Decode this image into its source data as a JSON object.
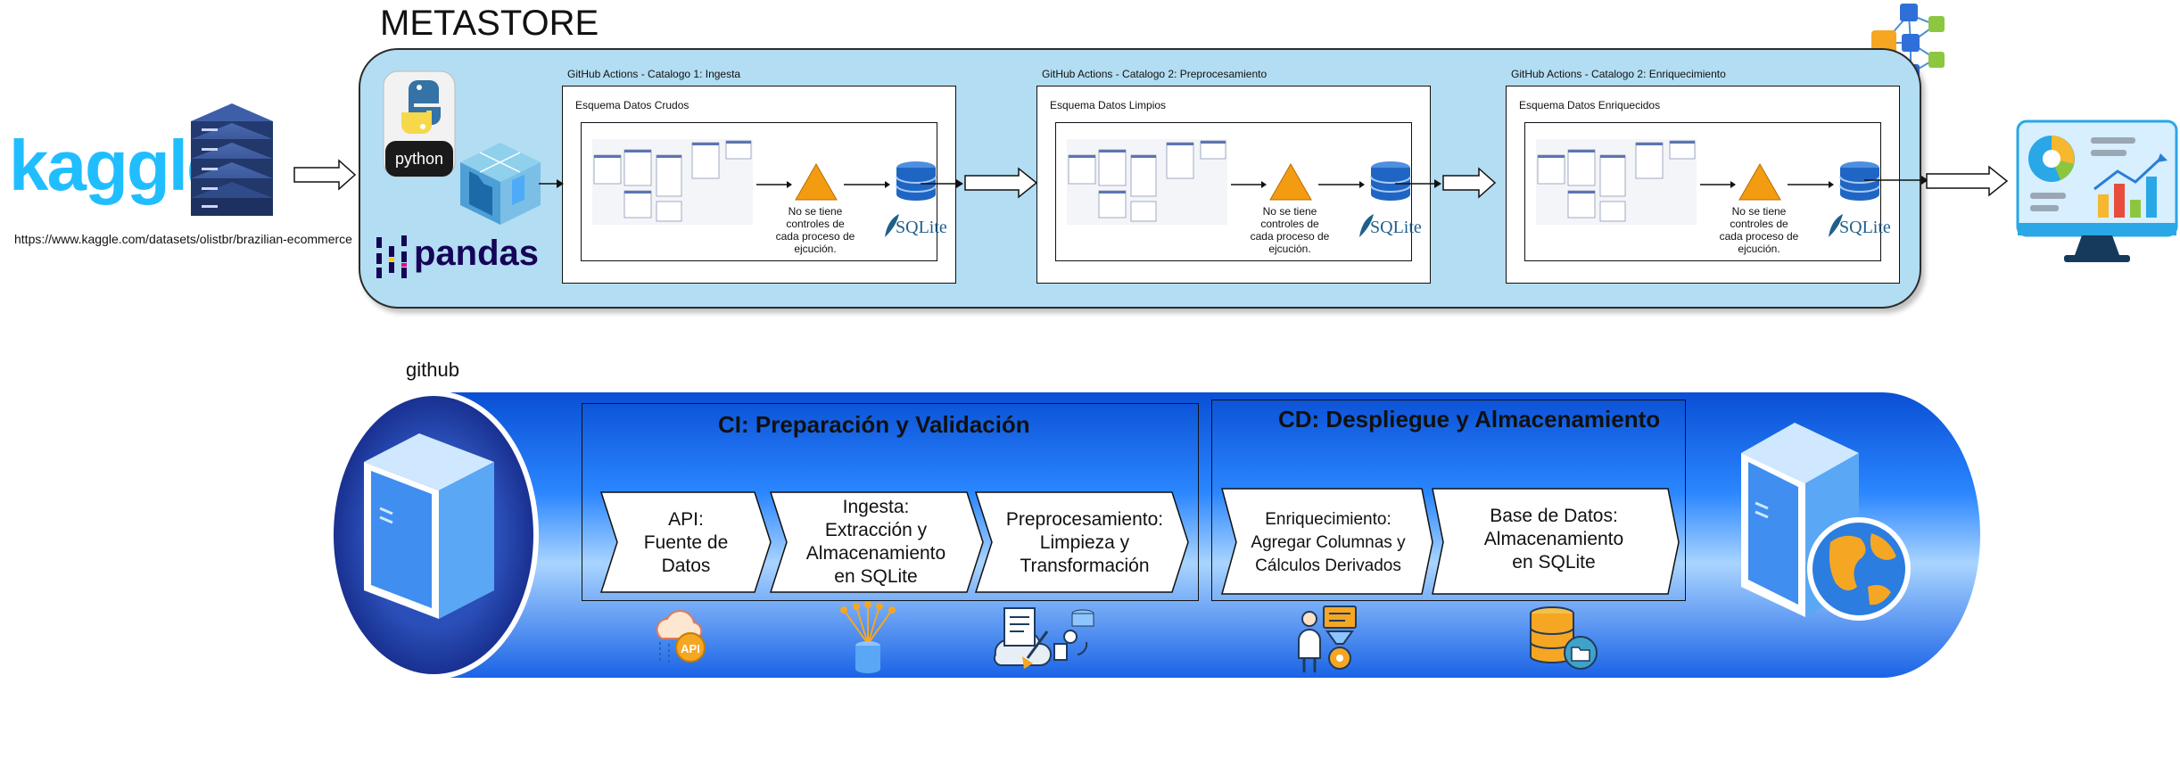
{
  "metastore": {
    "title": "METASTORE",
    "source_url": "https://www.kaggle.com/datasets/olistbr/brazilian-ecommerce",
    "kaggle_logo_text": "kaggle",
    "python_logo_text": "python",
    "pandas_logo_text": "pandas",
    "catalogs": [
      {
        "header": "GitHub Actions - Catalogo 1:  Ingesta",
        "schema": "Esquema Datos Crudos",
        "warning_lines": [
          "No se tiene",
          "controles de",
          "cada proceso de",
          "ejcución."
        ],
        "db_label": "SQLite"
      },
      {
        "header": "GitHub Actions - Catalogo 2:  Preprocesamiento",
        "schema": "Esquema Datos Limpios",
        "warning_lines": [
          "No se tiene",
          "controles de",
          "cada proceso de",
          "ejcución."
        ],
        "db_label": "SQLite"
      },
      {
        "header": "GitHub Actions - Catalogo 2:  Enriquecimiento",
        "schema": "Esquema Datos Enriquecidos",
        "warning_lines": [
          "No se tiene",
          "controles de",
          "cada proceso de",
          "ejcución."
        ],
        "db_label": "SQLite"
      }
    ]
  },
  "pipeline": {
    "label": "github",
    "ci": {
      "title": "CI: Preparación y Validación",
      "steps": [
        {
          "lines": [
            "API:",
            "Fuente de",
            "Datos"
          ]
        },
        {
          "lines": [
            "Ingesta:",
            "Extracción y",
            "Almacenamiento",
            "en SQLite"
          ]
        },
        {
          "lines": [
            "Preprocesamiento:",
            "Limpieza y",
            "Transformación"
          ]
        }
      ]
    },
    "cd": {
      "title": "CD: Despliegue y Almacenamiento",
      "steps": [
        {
          "lines": [
            "Enriquecimiento:",
            "Agregar Columnas y",
            "Cálculos Derivados"
          ]
        },
        {
          "lines": [
            "Base de Datos:",
            "Almacenamiento",
            "en SQLite"
          ]
        }
      ]
    },
    "api_badge": "API"
  },
  "colors": {
    "panel": "#b3ddf2",
    "pipe_blue": "#1e6ff0",
    "warning_orange": "#f39c12",
    "db_blue": "#1f66c4",
    "kaggle": "#20beff",
    "pandas": "#150458"
  }
}
